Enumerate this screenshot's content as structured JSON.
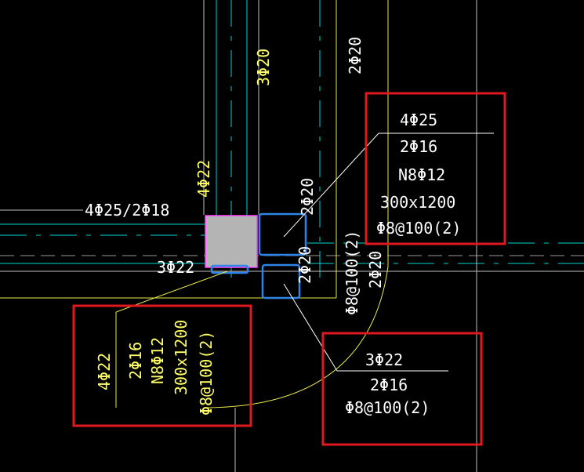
{
  "labels": {
    "beam_top_vertical": "3Φ20",
    "right_vertical": "2Φ20",
    "beam_left": "4Φ25/2Φ18",
    "col_side": "4Φ22",
    "col_bottom": "3Φ22",
    "mid_a": "2Φ20",
    "mid_b": "2Φ20",
    "mid_c": "Φ8@100(2)",
    "mid_d": "2Φ20"
  },
  "box_top_right": {
    "lines": [
      "4Φ25",
      "2Φ16",
      "N8Φ12",
      "300x1200",
      "Φ8@100(2)"
    ]
  },
  "box_bottom_left": {
    "lines": [
      "4Φ22",
      "2Φ16",
      "N8Φ12",
      "300x1200",
      "Φ8@100(2)"
    ]
  },
  "box_bottom_right": {
    "lines": [
      "3Φ22",
      "2Φ16",
      "Φ8@100(2)"
    ]
  },
  "colors": {
    "background": "#000000",
    "annotation_text": "#ffff66",
    "box_text": "#ffffff",
    "highlight_box": "#e0191e",
    "selection_box": "#2f84e8",
    "axis_line": "#00d4d4",
    "column_fill": "#b4b4b4",
    "column_border": "#ff44ff"
  }
}
